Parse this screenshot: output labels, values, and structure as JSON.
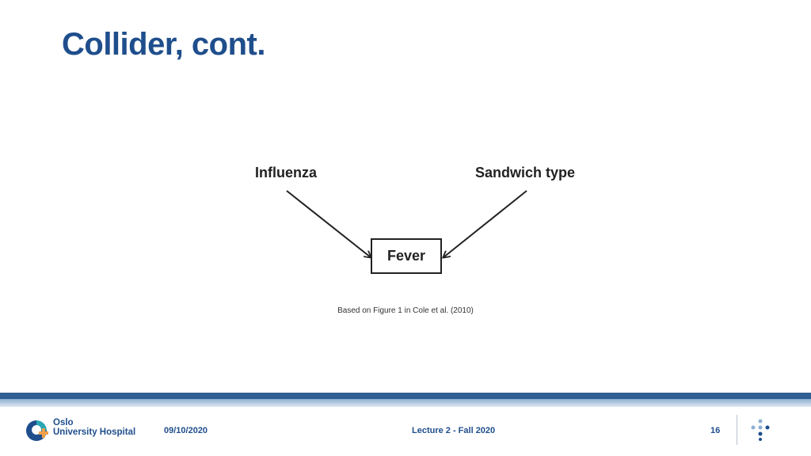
{
  "slide": {
    "title": "Collider, cont."
  },
  "diagram": {
    "nodes": {
      "influenza": "Influenza",
      "sandwich": "Sandwich type",
      "fever": "Fever"
    },
    "edges": [
      {
        "from": "Influenza",
        "to": "Fever"
      },
      {
        "from": "Sandwich type",
        "to": "Fever"
      }
    ],
    "caption": "Based on Figure 1 in Cole et al. (2010)"
  },
  "footer": {
    "logo_line1": "Oslo",
    "logo_line2": "University Hospital",
    "date": "09/10/2020",
    "lecture": "Lecture 2 - Fall 2020",
    "page": "16"
  },
  "colors": {
    "title": "#1f4e8c",
    "band_dark": "#2f5f93",
    "logo_teal": "#2aa6b4",
    "logo_orange": "#f0a04a"
  }
}
